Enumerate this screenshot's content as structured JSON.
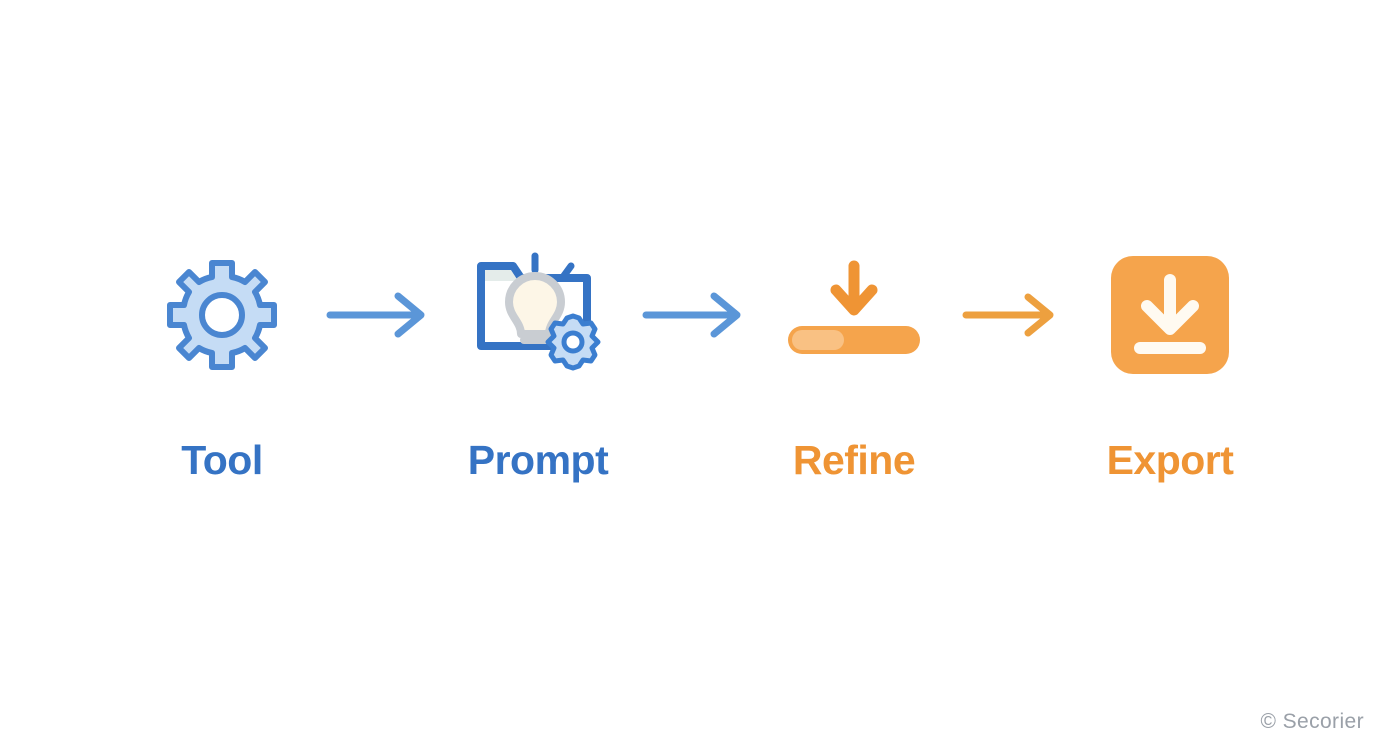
{
  "figure": {
    "title_ghost": "",
    "background_color": "#ffffff",
    "watermark": "© Secorier"
  },
  "palette": {
    "blue_label": "#3573c4",
    "blue_stroke": "#4a86d1",
    "blue_fill": "#c5dcf5",
    "blue_arrow": "#5b96d8",
    "orange_label": "#ef9434",
    "orange_solid": "#f5a44c",
    "orange_light": "#f9c183",
    "orange_arrow": "#eda03f",
    "bulb_stroke": "#c9cdd2",
    "bulb_fill": "#fdf6e7",
    "white": "#ffffff",
    "watermark_gray": "#9aa0a8"
  },
  "flow": {
    "steps": [
      {
        "id": "tool",
        "label": "Tool",
        "label_color": "blue",
        "icon": "gear-icon"
      },
      {
        "id": "prompt",
        "label": "Prompt",
        "label_color": "blue",
        "icon": "prompt-lightbulb-icon"
      },
      {
        "id": "refine",
        "label": "Refine",
        "label_color": "orange",
        "icon": "refine-slider-icon"
      },
      {
        "id": "export",
        "label": "Export",
        "label_color": "orange",
        "icon": "export-download-icon"
      }
    ],
    "arrows": [
      {
        "id": "arrow-tool-to-prompt",
        "color": "blue"
      },
      {
        "id": "arrow-prompt-to-refine",
        "color": "blue"
      },
      {
        "id": "arrow-refine-to-export",
        "color": "orange"
      }
    ]
  }
}
